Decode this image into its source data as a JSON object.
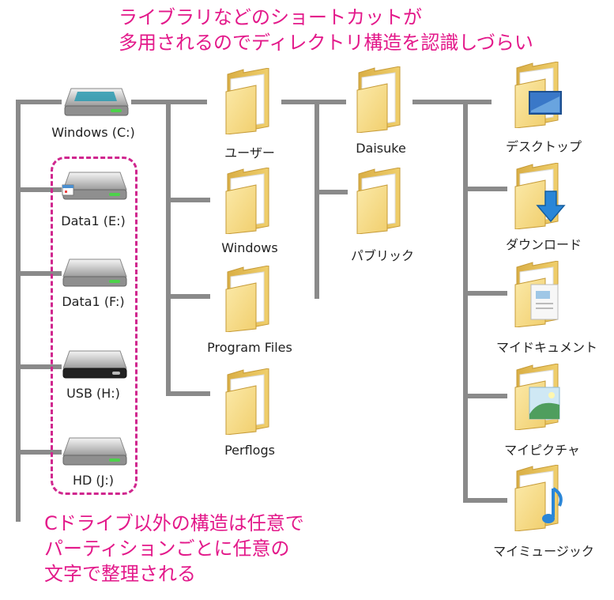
{
  "notes": {
    "top_line1": "ライブラリなどのショートカットが",
    "top_line2": "多用されるのでディレクトリ構造を認識しづらい",
    "bottom_line1": "Cドライブ以外の構造は任意で",
    "bottom_line2": "パーティションごとに任意の",
    "bottom_line3": "文字で整理される"
  },
  "drives": {
    "c": "Windows (C:)",
    "e": "Data1 (E:)",
    "f": "Data1 (F:)",
    "h": "USB (H:)",
    "j": "HD (J:)"
  },
  "level1": {
    "users": "ユーザー",
    "windows": "Windows",
    "program_files": "Program Files",
    "perflogs": "Perflogs"
  },
  "level2": {
    "daisuke": "Daisuke",
    "public": "パブリック"
  },
  "level3": {
    "desktop": "デスクトップ",
    "downloads": "ダウンロード",
    "documents": "マイドキュメント",
    "pictures": "マイピクチャ",
    "music": "マイミュージック"
  },
  "colors": {
    "accent": "#e3198a",
    "connector": "#8a8a8a",
    "folder": "#f1cf6e"
  },
  "icons": {
    "drive": "hard-drive-icon",
    "folder": "folder-icon",
    "desktop": "desktop-folder-icon",
    "downloads": "download-folder-icon",
    "documents": "documents-folder-icon",
    "pictures": "pictures-folder-icon",
    "music": "music-folder-icon"
  }
}
